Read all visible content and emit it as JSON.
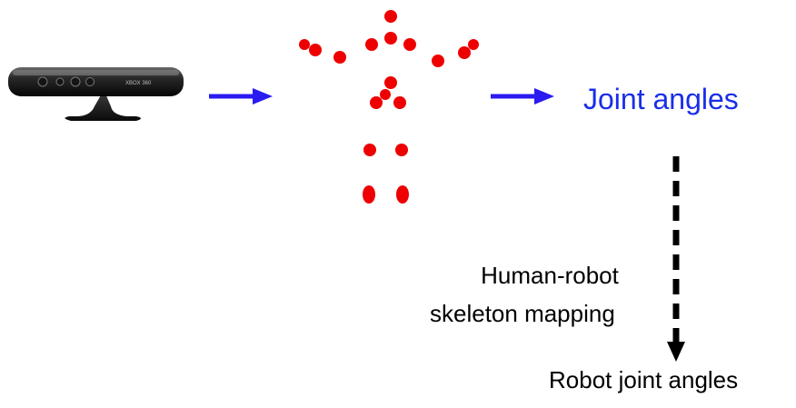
{
  "labels": {
    "joint_angles": "Joint angles",
    "mapping_line1": "Human-robot",
    "mapping_line2": "skeleton mapping",
    "robot_joint_angles": "Robot joint angles",
    "sensor_brand": "XBOX 360"
  },
  "colors": {
    "arrow": "#2a1bf0",
    "joint_angles_text": "#1a2ee8",
    "skeleton_dot": "#ee0000",
    "text": "#000000",
    "dashed_arrow": "#000000"
  },
  "icons": {
    "sensor": "kinect-sensor-icon"
  }
}
